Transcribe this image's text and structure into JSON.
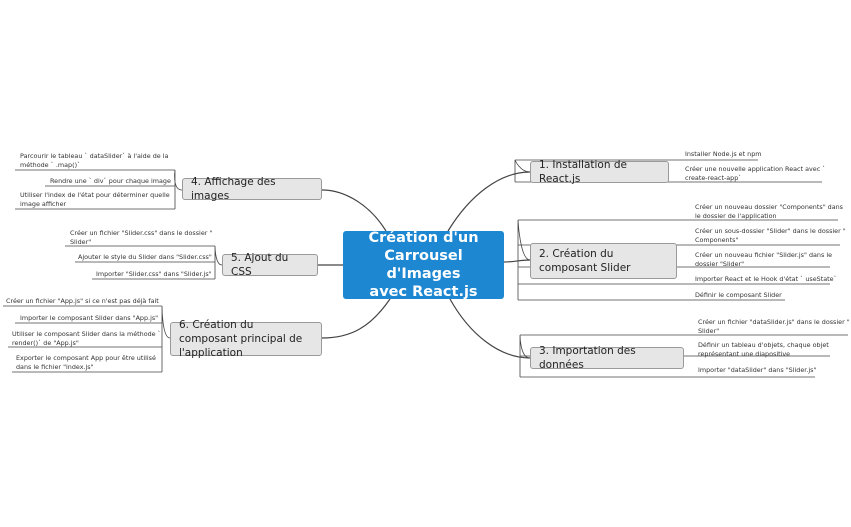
{
  "central": {
    "lines": [
      "Création d'un",
      "Carrousel d'Images",
      "avec React.js"
    ]
  },
  "colors": {
    "central_bg": "#1d87d2",
    "topic_bg": "#e6e6e6",
    "topic_border": "#9a9a9a",
    "connector": "#444444"
  },
  "topics": [
    {
      "label": "1. Installation de React.js",
      "subs": [
        {
          "lines": [
            "Installer Node.js et npm"
          ]
        },
        {
          "lines": [
            "Créer une nouvelle application React avec `",
            "create-react-app`"
          ]
        }
      ]
    },
    {
      "label": "2. Création du composant Slider",
      "subs": [
        {
          "lines": [
            "Créer un nouveau dossier \"Components\" dans",
            "le dossier de l'application"
          ]
        },
        {
          "lines": [
            "Créer un sous-dossier \"Slider\" dans le dossier \"",
            "Components\""
          ]
        },
        {
          "lines": [
            "Créer un nouveau fichier \"Slider.js\" dans le",
            "dossier \"Slider\""
          ]
        },
        {
          "lines": [
            "Importer React et le Hook d'état ` useState`"
          ]
        },
        {
          "lines": [
            "Définir le composant Slider"
          ]
        }
      ]
    },
    {
      "label": "3. Importation des données",
      "subs": [
        {
          "lines": [
            "Créer un fichier \"dataSlider.js\" dans le dossier \"",
            "Slider\""
          ]
        },
        {
          "lines": [
            "Définir un tableau d'objets, chaque objet",
            "représentant une diapositive"
          ]
        },
        {
          "lines": [
            "Importer \"dataSlider\" dans \"Slider.js\""
          ]
        }
      ]
    },
    {
      "label": "4. Affichage des images",
      "subs": [
        {
          "lines": [
            "Parcourir le tableau ` dataSlider` à l'aide de la",
            "méthode ` .map()`"
          ]
        },
        {
          "lines": [
            "Rendre une ` div` pour chaque image"
          ]
        },
        {
          "lines": [
            "Utiliser l'index de l'état pour déterminer quelle",
            "image afficher"
          ]
        }
      ]
    },
    {
      "label": "5. Ajout du CSS",
      "subs": [
        {
          "lines": [
            "Créer un fichier \"Slider.css\" dans le dossier \"",
            "Slider\""
          ]
        },
        {
          "lines": [
            "Ajouter le style du Slider dans \"Slider.css\""
          ]
        },
        {
          "lines": [
            "Importer \"Slider.css\" dans \"Slider.js\""
          ]
        }
      ]
    },
    {
      "label": "6. Création du composant principal de l'application",
      "subs": [
        {
          "lines": [
            "Créer un fichier \"App.js\" si ce n'est pas déjà fait"
          ]
        },
        {
          "lines": [
            "Importer le composant Slider dans \"App.js\""
          ]
        },
        {
          "lines": [
            "Utiliser le composant Slider dans la méthode `",
            "render()` de \"App.js\""
          ]
        },
        {
          "lines": [
            "Exporter le composant App pour être utilisé",
            "dans le fichier \"index.js\""
          ]
        }
      ]
    }
  ]
}
